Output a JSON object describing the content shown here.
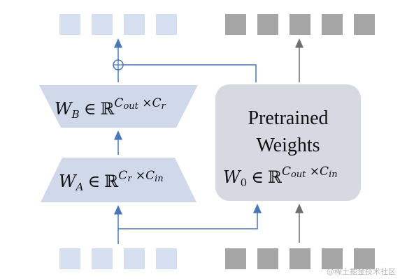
{
  "colors": {
    "blue_token": "#d5dff0",
    "gray_token": "#a5a5a5",
    "blue_arrow": "#4b76b6",
    "gray_arrow": "#6f6f6f",
    "trapezoid_fill": "#cfd9ea",
    "pretrained_fill": "#d6d9e2"
  },
  "lora": {
    "wb": {
      "base": "W",
      "sub": "B",
      "op": "∈",
      "set": "ℝ",
      "sup1": "C",
      "sup1sub": "out",
      "times": " ×",
      "sup2": "C",
      "sup2sub": "r"
    },
    "wa": {
      "base": "W",
      "sub": "A",
      "op": "∈",
      "set": "ℝ",
      "sup1": "C",
      "sup1sub": "r",
      "times": " ×",
      "sup2": "C",
      "sup2sub": "in"
    },
    "adder_icon": "circled-plus-icon"
  },
  "pretrained": {
    "title_line1": "Pretrained",
    "title_line2": "Weights",
    "formula": {
      "base": "W",
      "sub": "0",
      "op": "∈",
      "set": "ℝ",
      "sup1": "C",
      "sup1sub": "out",
      "times": " ×",
      "sup2": "C",
      "sup2sub": "in"
    }
  },
  "watermark": "@稀土掘金技术社区"
}
